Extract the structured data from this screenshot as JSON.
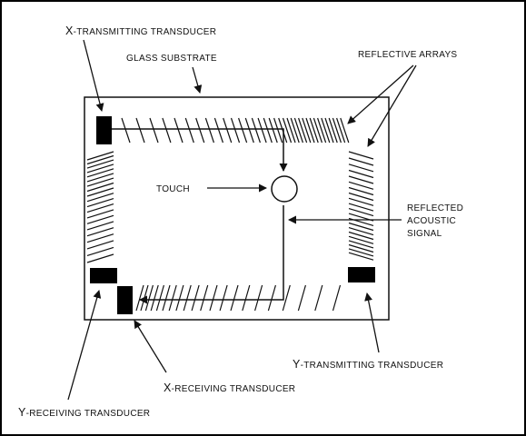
{
  "diagram": {
    "labels": {
      "x_transmitting": {
        "first": "X",
        "rest": "-TRANSMITTING TRANSDUCER"
      },
      "glass_substrate": "GLASS SUBSTRATE",
      "reflective_arrays": "REFLECTIVE ARRAYS",
      "touch": "TOUCH",
      "reflected_signal": [
        "REFLECTED",
        "ACOUSTIC",
        "SIGNAL"
      ],
      "y_transmitting": {
        "first": "Y",
        "rest": "-TRANSMITTING TRANSDUCER"
      },
      "x_receiving": {
        "first": "X",
        "rest": "-RECEIVING TRANSDUCER"
      },
      "y_receiving": {
        "first": "Y",
        "rest": "-RECEIVING TRANSDUCER"
      }
    },
    "colors": {
      "background": "#ffffff",
      "ink": "#111111",
      "frame": "#000000"
    }
  }
}
